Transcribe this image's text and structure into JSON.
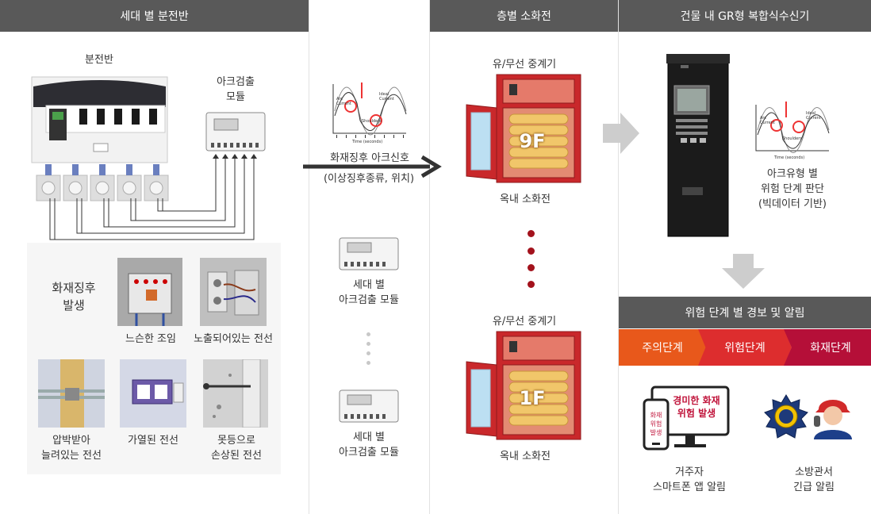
{
  "headers": {
    "col1": "세대 별 분전반",
    "col3": "층별 소화전",
    "col4": "건물 내 GR형 복합식수신기"
  },
  "panel": {
    "title": "분전반",
    "arc_module": "아크검출\n모듈"
  },
  "fire_signs": {
    "title": "화재징후\n발생",
    "items": [
      "느슨한 조임",
      "노출되어있는 전선",
      "압박받아\n늘려있는 전선",
      "가열된 전선",
      "못등으로\n손상된 전선"
    ]
  },
  "signal": {
    "label": "화재징후 아크신호",
    "sub": "(이상징후종류, 위치)",
    "graph": {
      "arc_current": "Arc\nCurrent",
      "ideal_current": "Ideal\nCurrent",
      "shoulders": "Shoulders",
      "time": "Time (seconds)"
    }
  },
  "modules": {
    "m1": "세대 별\n아크검출 모듈",
    "m2": "세대 별\n아크검출 모듈"
  },
  "hydrant": {
    "repeater_top": "유/무선 중계기",
    "floor_top": "9F",
    "label_top": "옥내 소화전",
    "repeater_bottom": "유/무선 중계기",
    "floor_bottom": "1F",
    "label_bottom": "옥내 소화전"
  },
  "receiver": {
    "judge": "아크유형 별\n위험 단계 판단\n(빅데이터 기반)"
  },
  "alerts": {
    "title": "위험 단계 별 경보 및 알림",
    "stages": [
      {
        "label": "주의단계",
        "color": "#e8581b"
      },
      {
        "label": "위험단계",
        "color": "#dd2d2e"
      },
      {
        "label": "화재단계",
        "color": "#b50f38"
      }
    ],
    "monitor_text": "경미한 화재\n위험 발생",
    "phone_text": "화재\n위험\n발생",
    "resident": "거주자\n스마트폰 앱 알림",
    "fire_station": "소방관서\n긴급 알림"
  }
}
